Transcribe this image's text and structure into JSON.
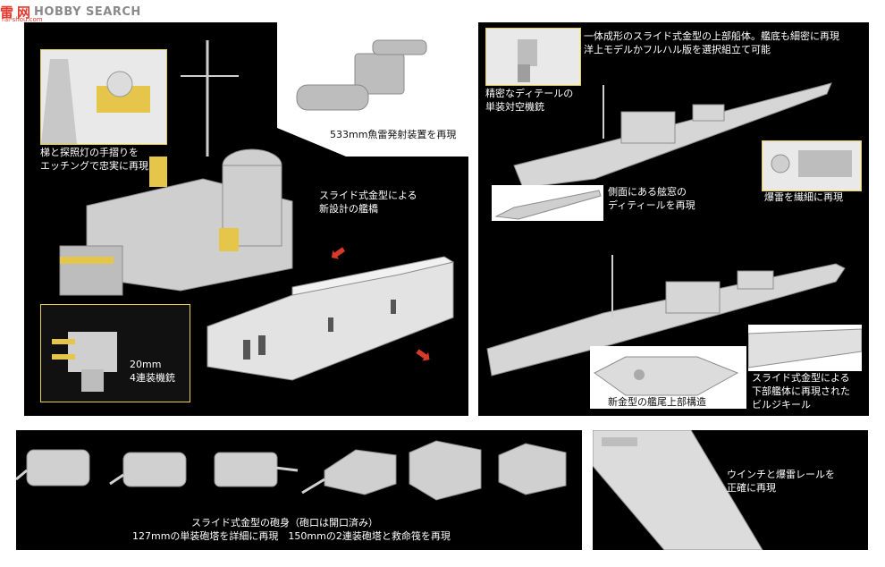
{
  "watermark": {
    "logo": "雷",
    "logo2": "网",
    "brand": "HOBBY SEARCH",
    "url": "rai-shou.com"
  },
  "panel1": {
    "torpedo_caption": "533mm魚雷発射装置を再現",
    "ladder_caption": [
      "梯と探照灯の手摺りを",
      "エッチングで忠実に再現"
    ],
    "bridge_caption": [
      "スライド式金型による",
      "新設計の艦橋"
    ],
    "aa_caption": [
      "20mm",
      "4連装機銃"
    ]
  },
  "panel2": {
    "hull_caption": [
      "一体成形のスライド式金型の上部船体。艦底も細密に再現",
      "洋上モデルかフルハル版を選択組立て可能"
    ],
    "single_aa_caption": [
      "精密なディテールの",
      "単装対空機銃"
    ],
    "porthole_caption": [
      "側面にある舷窓の",
      "ディティールを再現"
    ],
    "depth_charge_caption": "爆雷を繊細に再現",
    "stern_caption": "新金型の艦尾上部構造",
    "bilge_caption": [
      "スライド式金型による",
      "下部艦体に再現された",
      "ビルジキール"
    ]
  },
  "panel3": {
    "caption": [
      "スライド式金型の砲身（砲口は開口済み）",
      "127mmの単装砲塔を詳細に再現　150mmの2連装砲塔と救命筏を再現"
    ]
  },
  "panel4": {
    "caption": [
      "ウインチと爆雷レールを",
      "正確に再現"
    ]
  },
  "colors": {
    "panel_bg": "#000000",
    "accent_yellow": "#e8d14a",
    "arrow_red": "#d83a2a",
    "model_grey": "#cfcfcf"
  }
}
